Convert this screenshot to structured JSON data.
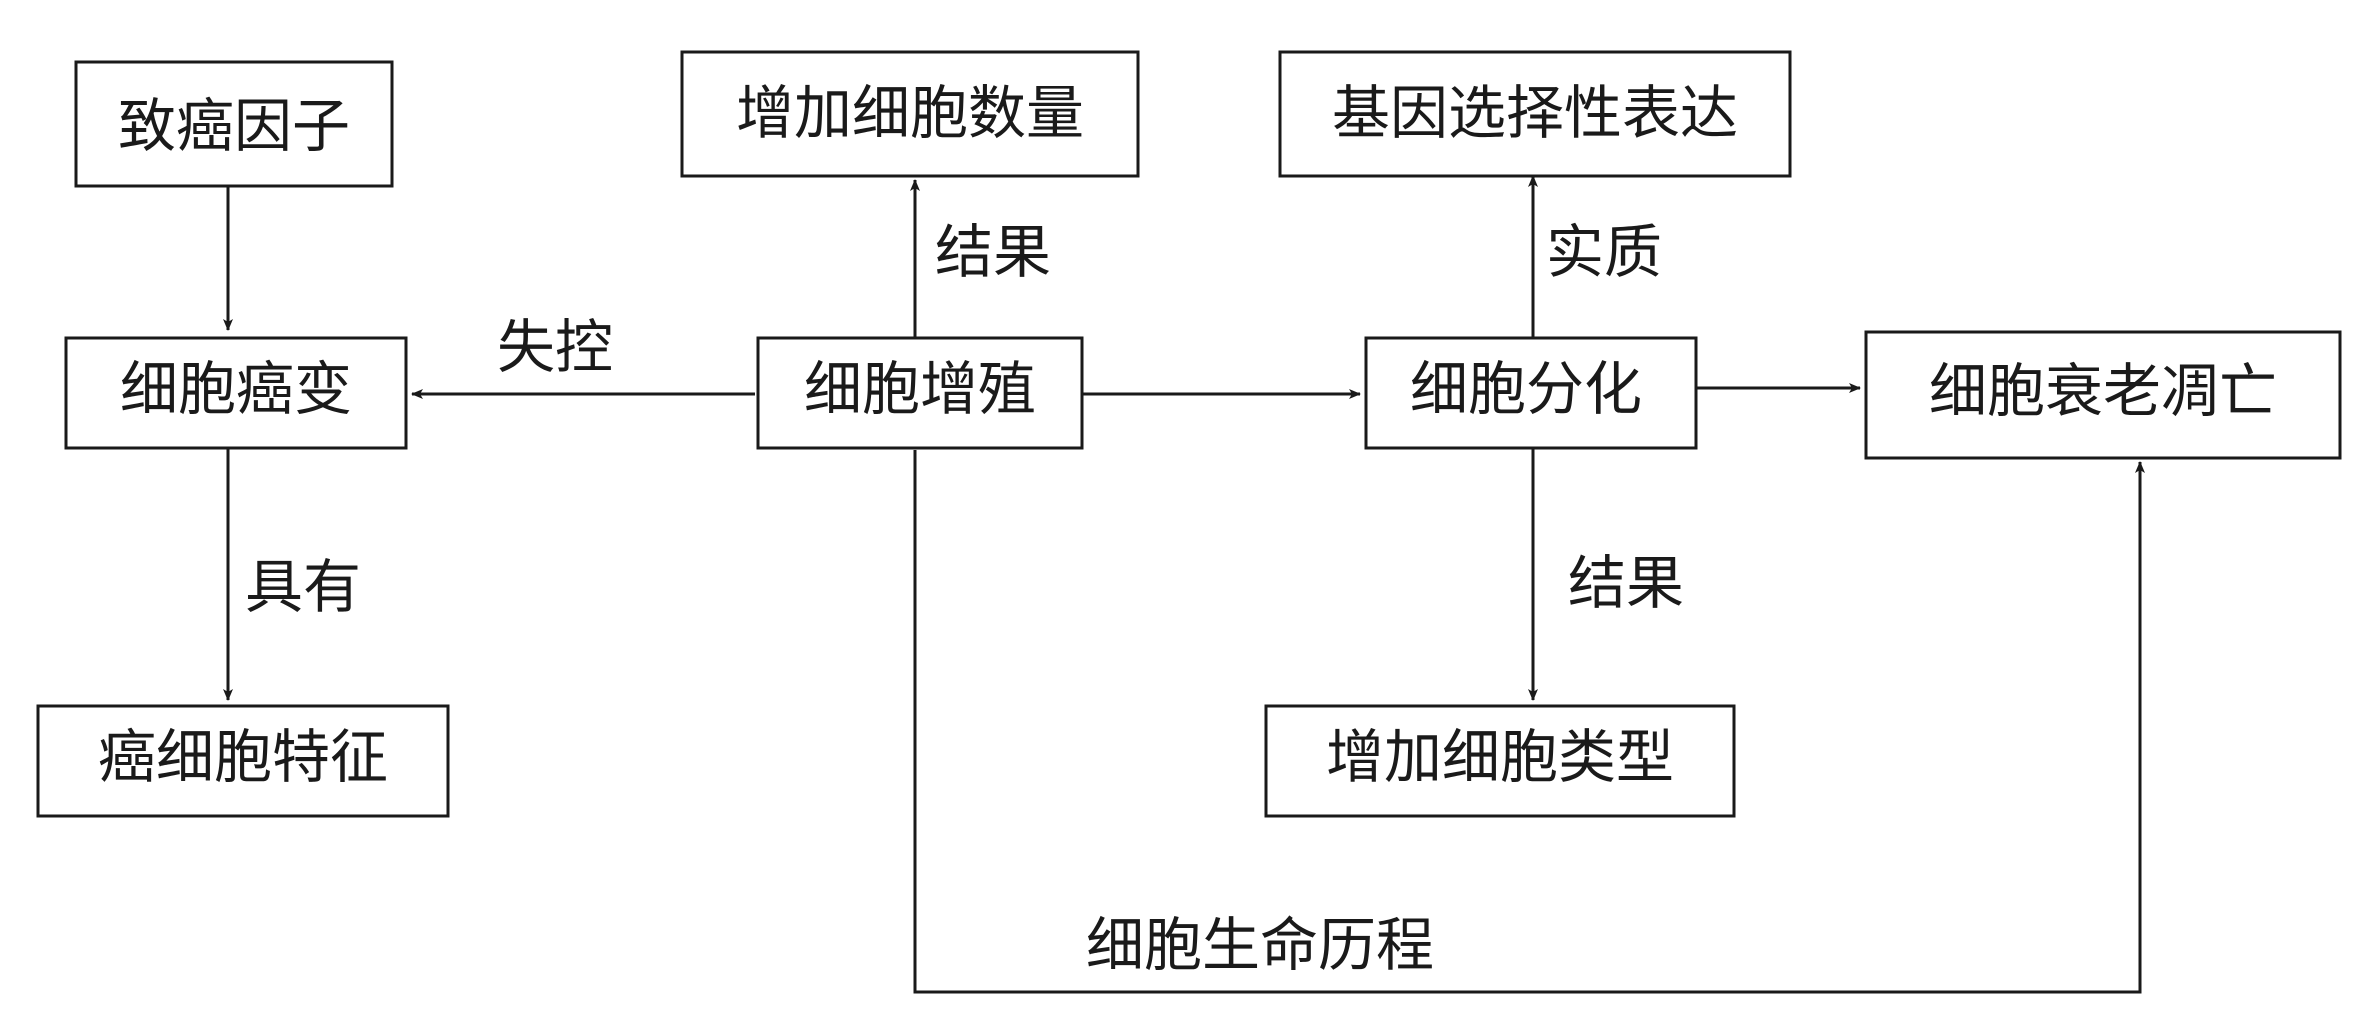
{
  "nodes": {
    "carcinogen": "致癌因子",
    "cancerization": "细胞癌变",
    "cancer_features": "癌细胞特征",
    "increase_number": "增加细胞数量",
    "proliferation": "细胞增殖",
    "gene_expression": "基因选择性表达",
    "differentiation": "细胞分化",
    "increase_types": "增加细胞类型",
    "aging_death": "细胞衰老凋亡"
  },
  "edges": {
    "out_of_control": "失控",
    "has": "具有",
    "result_proliferation": "结果",
    "essence": "实质",
    "result_differentiation": "结果",
    "life_history": "细胞生命历程"
  },
  "colors": {
    "ink": "#1a1a1a",
    "background": "#ffffff"
  }
}
